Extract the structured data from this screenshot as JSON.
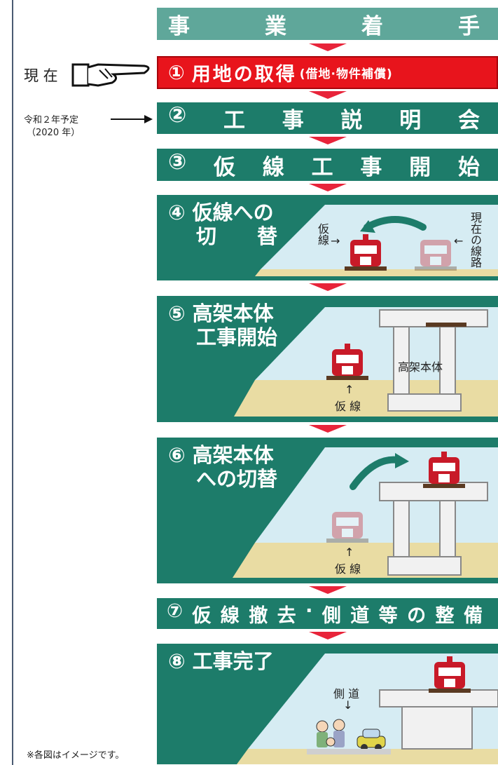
{
  "header": {
    "chars": [
      "事",
      "業",
      "着",
      "手"
    ]
  },
  "step1": {
    "num": "①",
    "main": "用地の取得",
    "sub": "(借地·物件補償)"
  },
  "step2": {
    "chars": [
      "②",
      "工",
      "事",
      "説",
      "明",
      "会"
    ]
  },
  "step3": {
    "chars": [
      "③",
      "仮",
      "線",
      "工",
      "事",
      "開",
      "始"
    ]
  },
  "step4": {
    "line1": "④ 仮線への",
    "line2": "切　　替",
    "label_left": "仮線",
    "label_right": "現在の線路",
    "arrow_left": "→",
    "arrow_right": "←"
  },
  "step5": {
    "line1": "⑤ 高架本体",
    "line2": "工事開始",
    "label_viaduct": "高架本体",
    "label_temp": "仮 線",
    "arrow_up": "↑"
  },
  "step6": {
    "line1": "⑥ 高架本体",
    "line2": "への切替",
    "label_temp": "仮 線",
    "arrow_up": "↑"
  },
  "step7": {
    "chars": [
      "⑦",
      "仮",
      "線",
      "撤",
      "去",
      "·",
      "側",
      "道",
      "等",
      "の",
      "整",
      "備"
    ]
  },
  "step8": {
    "line1": "⑧ 工事完了",
    "label_side": "側 道",
    "arrow_down": "↓"
  },
  "annotations": {
    "current": "現 在",
    "schedule_line1": "令和２年予定",
    "schedule_line2": "（2020 年）",
    "footnote": "※各図はイメージです。"
  },
  "colors": {
    "green": "#1d7c6a",
    "header_green": "#5fa79a",
    "red": "#e8141c",
    "arrow": "#e8243a",
    "sky": "#d6ecf3",
    "ground": "#e9dca3"
  }
}
